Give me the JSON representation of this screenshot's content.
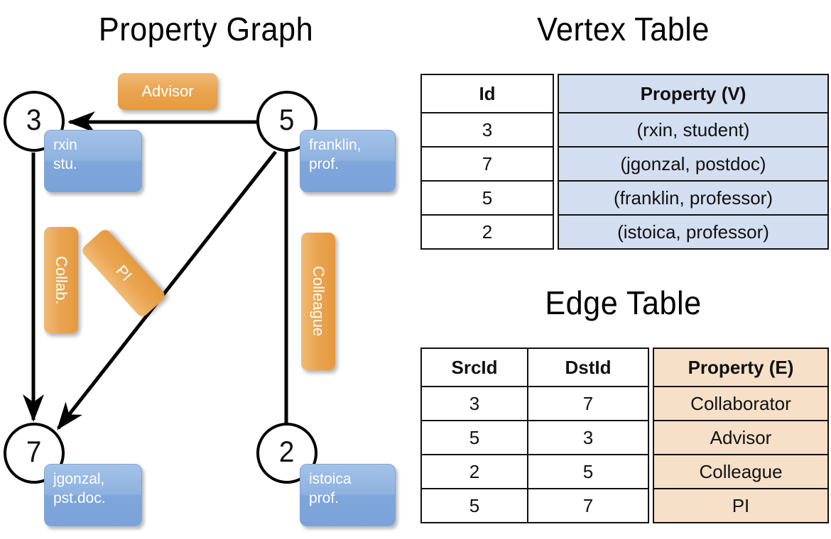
{
  "titles": {
    "property_graph": "Property Graph",
    "vertex_table": "Vertex Table",
    "edge_table": "Edge Table"
  },
  "graph": {
    "vertices": [
      {
        "id": "3",
        "property": "rxin\nstu."
      },
      {
        "id": "5",
        "property": "franklin,\nprof."
      },
      {
        "id": "7",
        "property": "jgonzal,\npst.doc."
      },
      {
        "id": "2",
        "property": "istoica\nprof."
      }
    ],
    "edge_labels": [
      {
        "name": "advisor",
        "text": "Advisor"
      },
      {
        "name": "collaborator",
        "text": "Collab."
      },
      {
        "name": "pi",
        "text": "PI"
      },
      {
        "name": "colleague",
        "text": "Colleague"
      }
    ],
    "edges": [
      {
        "from": "5",
        "to": "3",
        "label": "Advisor"
      },
      {
        "from": "3",
        "to": "7",
        "label": "Collab."
      },
      {
        "from": "5",
        "to": "7",
        "label": "PI"
      },
      {
        "from": "2",
        "to": "5",
        "label": "Colleague"
      }
    ]
  },
  "vertex_table": {
    "headers": {
      "id": "Id",
      "property": "Property (V)"
    },
    "rows": [
      {
        "id": "3",
        "property": "(rxin, student)"
      },
      {
        "id": "7",
        "property": "(jgonzal, postdoc)"
      },
      {
        "id": "5",
        "property": "(franklin, professor)"
      },
      {
        "id": "2",
        "property": "(istoica, professor)"
      }
    ]
  },
  "edge_table": {
    "headers": {
      "src": "SrcId",
      "dst": "DstId",
      "property": "Property (E)"
    },
    "rows": [
      {
        "src": "3",
        "dst": "7",
        "property": "Collaborator"
      },
      {
        "src": "5",
        "dst": "3",
        "property": "Advisor"
      },
      {
        "src": "2",
        "dst": "5",
        "property": "Colleague"
      },
      {
        "src": "5",
        "dst": "7",
        "property": "PI"
      }
    ]
  },
  "colors": {
    "vertex_property_blue": "#8fb2e0",
    "edge_label_orange": "#eaa552",
    "table_blue": "#d3dff1",
    "table_peach": "#f6e0c8",
    "stroke": "#111111"
  }
}
